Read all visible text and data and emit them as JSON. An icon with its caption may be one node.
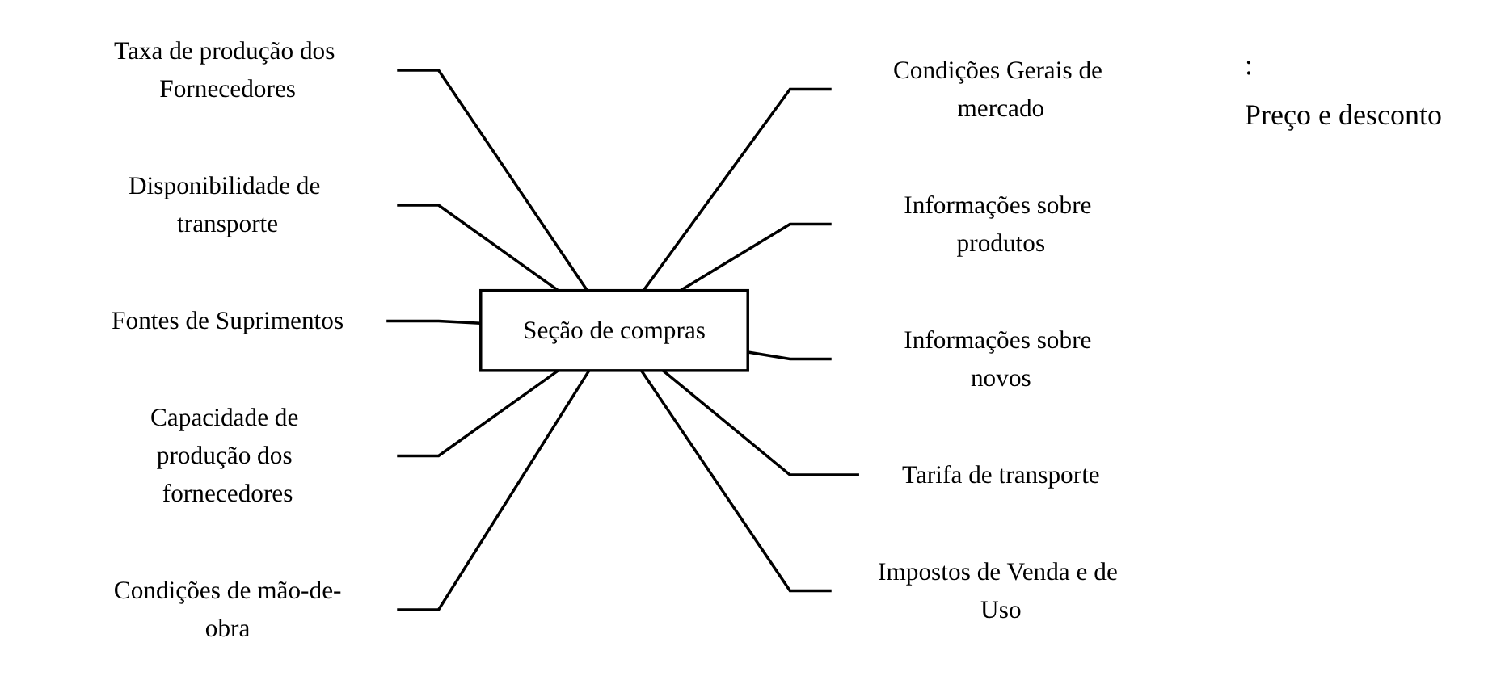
{
  "diagram": {
    "nodes": [
      {
        "text": [
          "Disponibilidade de transporte"
        ]
      },
      {
        "text": [
          "Taxa de produção dos Fornecedores"
        ]
      },
      {
        "text": [
          "Condições Gerais de mercado"
        ]
      },
      {
        "text": [
          "Informações sobre produtos"
        ]
      },
      {
        "text": [
          "Seção de compras"
        ]
      },
      {
        "text": [
          "Fontes de Suprimentos"
        ]
      },
      {
        "text": [
          "Informações sobre novos"
        ]
      },
      {
        "text": [
          "Capacidade de produção dos fornecedores"
        ]
      },
      {
        "text": [
          "Tarifa de transporte"
        ]
      },
      {
        "text": [
          "Condições de mão-de-obra"
        ]
      },
      {
        "text": [
          "Impostos de Venda e de Uso"
        ]
      }
    ],
    "edges": [
      {
        "from": 1,
        "to": 4,
        "arrow": "none"
      },
      {
        "from": 0,
        "to": 4,
        "arrow": "none"
      },
      {
        "from": 4,
        "to": 2,
        "arrow": "none"
      },
      {
        "from": 4,
        "to": 3,
        "arrow": "none"
      },
      {
        "from": 5,
        "to": 4,
        "arrow": "none"
      },
      {
        "from": 4,
        "to": 6,
        "arrow": "none"
      },
      {
        "from": 7,
        "to": 4,
        "arrow": "none"
      },
      {
        "from": 4,
        "to": 8,
        "arrow": "none"
      },
      {
        "from": 9,
        "to": 4,
        "arrow": "none"
      },
      {
        "from": 4,
        "to": 10,
        "arrow": "none"
      }
    ],
    "labels": [
      ":",
      "Preço e desconto"
    ]
  }
}
